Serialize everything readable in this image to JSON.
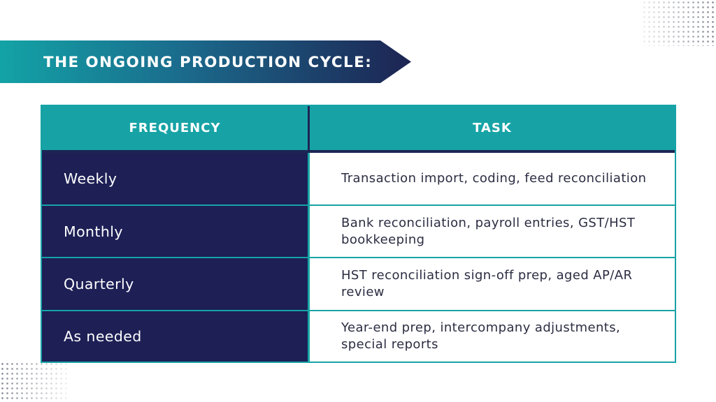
{
  "banner": {
    "title": "THE ONGOING PRODUCTION CYCLE:"
  },
  "table": {
    "headers": {
      "frequency": "FREQUENCY",
      "task": "TASK"
    },
    "rows": [
      {
        "frequency": "Weekly",
        "task": "Transaction import, coding, feed reconciliation"
      },
      {
        "frequency": "Monthly",
        "task": "Bank reconciliation, payroll entries, GST/HST bookkeeping"
      },
      {
        "frequency": "Quarterly",
        "task": "HST reconciliation sign-off prep, aged AP/AR review"
      },
      {
        "frequency": "As needed",
        "task": "Year-end prep, intercompany adjustments, special reports"
      }
    ]
  },
  "colors": {
    "teal": "#17a3a6",
    "navy": "#1d1f55",
    "text_dark": "#2b2d42"
  }
}
